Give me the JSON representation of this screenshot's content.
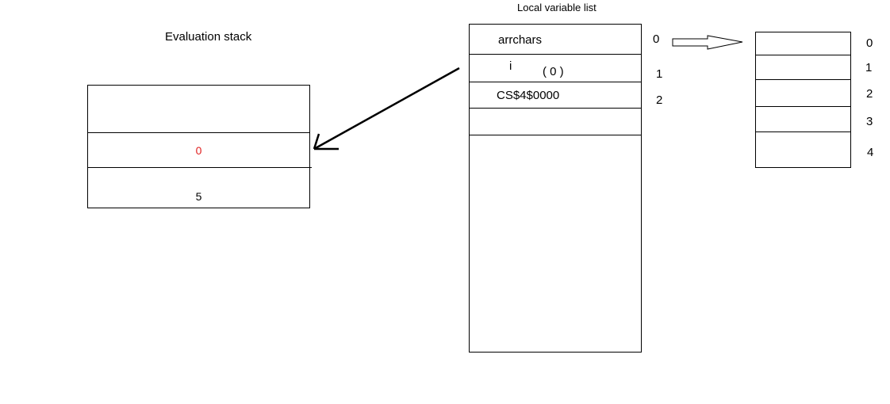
{
  "evaluation_stack": {
    "title": "Evaluation stack",
    "slots": [
      "",
      "0",
      "5"
    ],
    "highlight_color": "#e02020"
  },
  "local_variables": {
    "title": "Local variable list",
    "rows": [
      {
        "name": "arrchars",
        "value": "",
        "index": "0"
      },
      {
        "name": "i",
        "value": "( 0 )",
        "index": "1"
      },
      {
        "name": "CS$4$0000",
        "value": "",
        "index": "2"
      }
    ]
  },
  "array": {
    "indices": [
      "0",
      "1",
      "2",
      "3",
      "4"
    ]
  }
}
